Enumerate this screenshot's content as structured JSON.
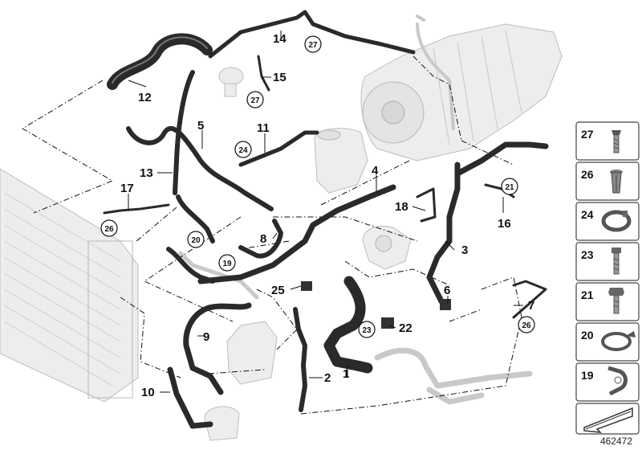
{
  "diagram_id": "462472",
  "callouts": [
    {
      "text": "1"
    },
    {
      "text": "2"
    },
    {
      "text": "3"
    },
    {
      "text": "4"
    },
    {
      "text": "5"
    },
    {
      "text": "6"
    },
    {
      "text": "7"
    },
    {
      "text": "8"
    },
    {
      "text": "9"
    },
    {
      "text": "10"
    },
    {
      "text": "11"
    },
    {
      "text": "12"
    },
    {
      "text": "13"
    },
    {
      "text": "14"
    },
    {
      "text": "15"
    },
    {
      "text": "16"
    },
    {
      "text": "17"
    },
    {
      "text": "18"
    },
    {
      "text": "22"
    },
    {
      "text": "25"
    }
  ],
  "circled_callouts": [
    {
      "text": "19"
    },
    {
      "text": "20"
    },
    {
      "text": "21"
    },
    {
      "text": "23"
    },
    {
      "text": "24"
    },
    {
      "text": "26"
    },
    {
      "text": "26"
    },
    {
      "text": "27"
    },
    {
      "text": "27"
    }
  ],
  "parts_panel": [
    {
      "number": "27",
      "icon": "screw-icon"
    },
    {
      "number": "26",
      "icon": "expanding-rivet-icon"
    },
    {
      "number": "24",
      "icon": "band-clamp-icon"
    },
    {
      "number": "23",
      "icon": "bolt-icon"
    },
    {
      "number": "21",
      "icon": "hex-bolt-icon"
    },
    {
      "number": "20",
      "icon": "hose-clamp-icon"
    },
    {
      "number": "19",
      "icon": "clip-icon"
    }
  ]
}
